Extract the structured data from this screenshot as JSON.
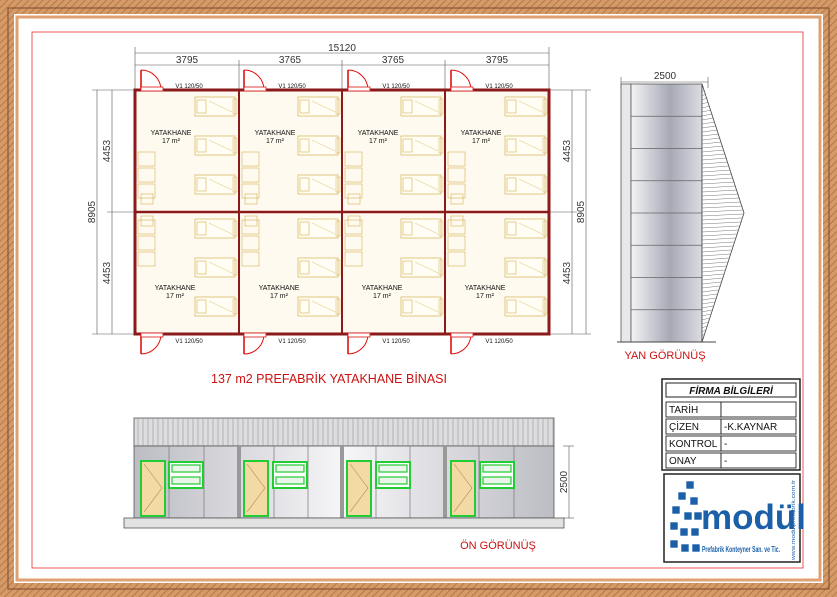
{
  "plan": {
    "overall_width": "15120",
    "module_widths": [
      "3795",
      "3765",
      "3765",
      "3795"
    ],
    "height_total": "8905",
    "height_half": "4453",
    "door_label": "V1 120/50",
    "room_name": "YATAKHANE",
    "room_area": "17 m²",
    "title": "137 m2 PREFABRİK YATAKHANE BİNASI"
  },
  "side_view": {
    "width": "2500",
    "title": "YAN GÖRÜNÜŞ"
  },
  "front_view": {
    "height": "2500",
    "title": "ÖN GÖRÜNÜŞ"
  },
  "title_block": {
    "header": "FİRMA BİLGİLERİ",
    "rows": [
      {
        "label": "TARİH",
        "value": ""
      },
      {
        "label": "ÇİZEN",
        "value": "-K.KAYNAR"
      },
      {
        "label": "KONTROL",
        "value": "-"
      },
      {
        "label": "ONAY",
        "value": "-"
      }
    ]
  },
  "logo": {
    "name": "modül",
    "tagline": "Prefabrik Konteyner San. ve Tic.",
    "website": "www.modulprefabrik.com.tr"
  },
  "colors": {
    "frame": "#c8895a",
    "wall": "#8b1a1a",
    "furniture": "#d4b050",
    "door": "#e01010",
    "window": "#22cc33",
    "logo": "#1a5fa8",
    "title_text": "#cc1010"
  }
}
